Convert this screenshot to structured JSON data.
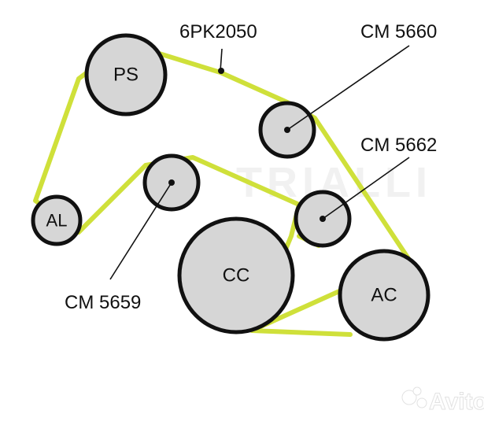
{
  "belt": {
    "label": "6PK2050"
  },
  "pulleys": [
    {
      "id": "ps",
      "label": "PS"
    },
    {
      "id": "al",
      "label": "AL"
    },
    {
      "id": "cc",
      "label": "CC"
    },
    {
      "id": "ac",
      "label": "AC"
    },
    {
      "id": "cm5660",
      "label": ""
    },
    {
      "id": "cm5662",
      "label": ""
    },
    {
      "id": "cm5659",
      "label": ""
    }
  ],
  "callouts": [
    {
      "id": "cm5660",
      "text": "CM 5660"
    },
    {
      "id": "cm5662",
      "text": "CM 5662"
    },
    {
      "id": "cm5659",
      "text": "CM 5659"
    }
  ],
  "watermark": {
    "text": "Avito"
  },
  "colors": {
    "belt": "#cfe03a",
    "pulley_fill": "#d6d6d6",
    "outline": "#111111"
  }
}
